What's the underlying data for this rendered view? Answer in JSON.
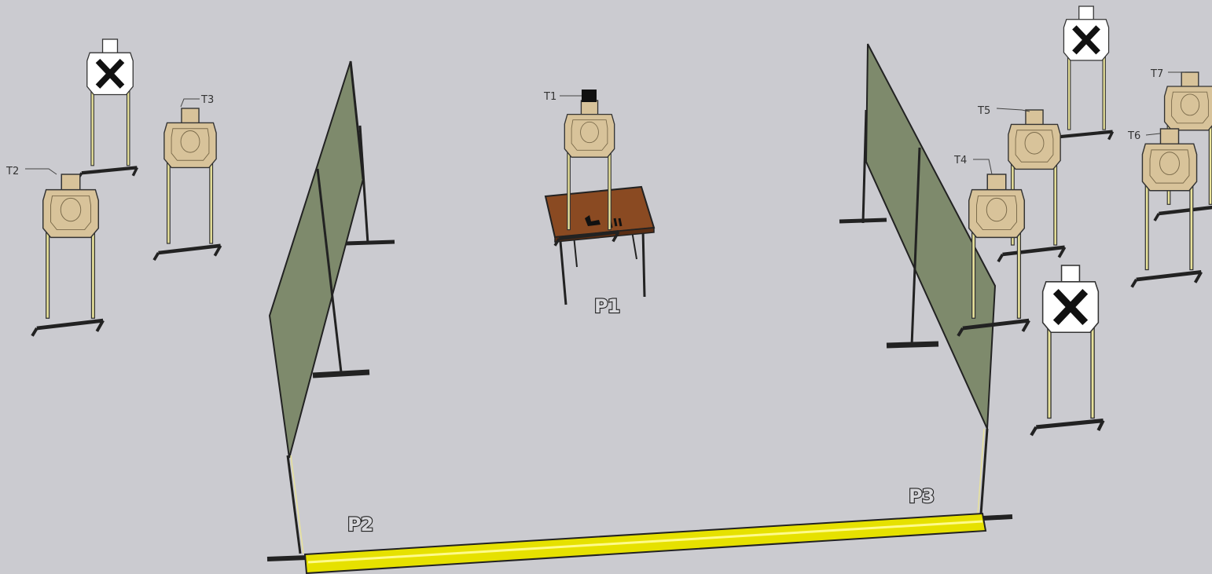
{
  "diagram": {
    "target_labels": {
      "t1": "T1",
      "t2": "T2",
      "t3": "T3",
      "t4": "T4",
      "t5": "T5",
      "t6": "T6",
      "t7": "T7"
    },
    "position_labels": {
      "p1": "P1",
      "p2": "P2",
      "p3": "P3"
    },
    "colors": {
      "background": "#cbcbd0",
      "target_tan": "#d8c39a",
      "no_shoot_white": "#ffffff",
      "barrier_green": "#7e8a6c",
      "table_brown": "#8a4a22",
      "fault_line_yellow": "#e6e100"
    }
  }
}
